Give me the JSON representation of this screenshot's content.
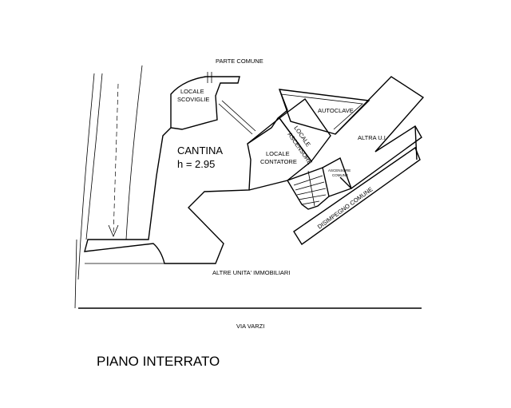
{
  "labels": {
    "parte_comune": "PARTE COMUNE",
    "locale_scoviglie_1": "LOCALE",
    "locale_scoviglie_2": "SCOVIGLIE",
    "cantina": "CANTINA",
    "height": "h = 2.95",
    "locale_contatore_1": "LOCALE",
    "locale_contatore_2": "CONTATORE",
    "locale_ascensore_1": "LOCALE",
    "locale_ascensore_2": "ASCENSORE",
    "autoclave": "AUTOCLAVE",
    "altra_ui": "ALTRA U.I.",
    "ascensore_comune_1": "ASCENSORE",
    "ascensore_comune_2": "COMUNE",
    "disimpegno_comune": "DISIMPEGNO COMUNE",
    "altre_unita": "ALTRE UNITA' IMMOBILIARI",
    "via_varzi": "VIA VARZI",
    "piano_interrato": "PIANO INTERRATO"
  }
}
